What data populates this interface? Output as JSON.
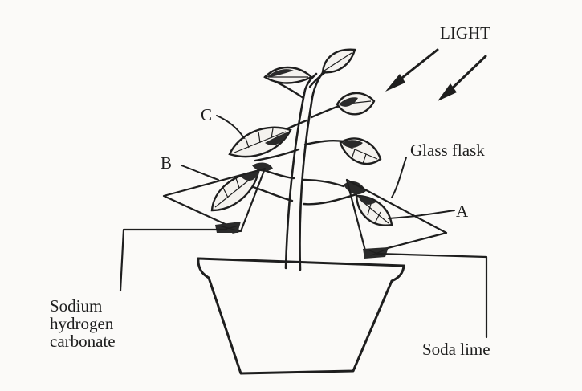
{
  "labels": {
    "light": "LIGHT",
    "c": "C",
    "b": "B",
    "a": "A",
    "glass_flask": "Glass flask",
    "sodium_line1": "Sodium",
    "sodium_line2": "hydrogen",
    "sodium_line3": "carbonate",
    "soda_lime": "Soda lime"
  },
  "colors": {
    "ink": "#1e1e1e",
    "paper": "#fbfaf8"
  }
}
